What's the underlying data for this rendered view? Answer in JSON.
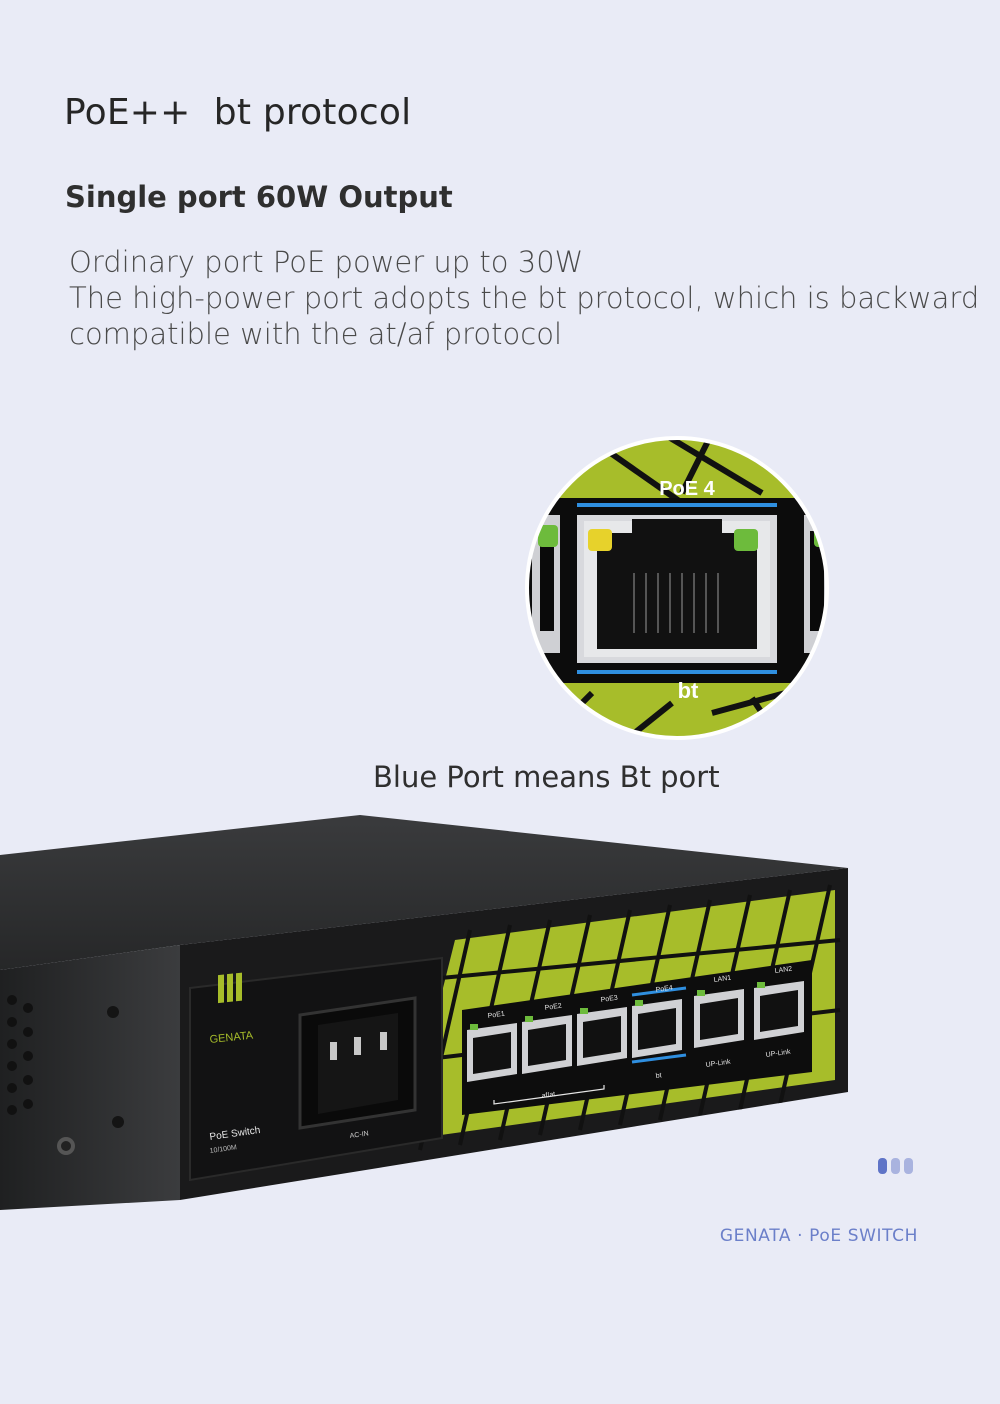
{
  "heading": {
    "title": "PoE++  bt protocol",
    "subtitle": "Single port 60W Output"
  },
  "description": {
    "lines": [
      "Ordinary port PoE power up to 30W",
      "The high-power port adopts the bt protocol, which is backward",
      "compatible with the at/af protocol"
    ]
  },
  "zoom": {
    "port_top_label": "PoE 4",
    "port_bottom_label": "bt"
  },
  "caption": "Blue Port means Bt port",
  "device": {
    "brand": "GENATA",
    "model": "PoE Switch",
    "speed": "10/100M",
    "power_label": "AC-IN",
    "ports": [
      "PoE1",
      "PoE2",
      "PoE3",
      "PoE4",
      "LAN1",
      "LAN2"
    ],
    "group_label_afat": "af/at",
    "group_label_bt": "bt",
    "uplink_label_1": "UP-Link",
    "uplink_label_2": "UP-Link"
  },
  "pager": {
    "count": 3,
    "active": 0
  },
  "footer": {
    "brand": "GENATA",
    "separator": "·",
    "product": "PoE SWITCH"
  },
  "colors": {
    "accent_green": "#a7bd2a",
    "bt_blue": "#2f8fe0",
    "footer_blue": "#6b7fc9"
  }
}
